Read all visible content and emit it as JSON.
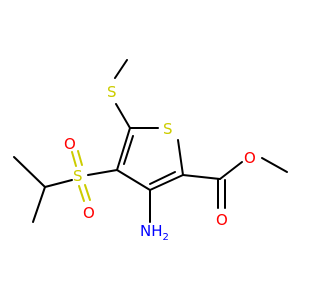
{
  "colors": {
    "background": "#FFFFFF",
    "carbon_bond": "#000000",
    "sulfur": "#CCCC00",
    "oxygen": "#FF0000",
    "nitrogen": "#0000FF"
  },
  "atoms": {
    "s_methylthio": "S",
    "s_ring": "S",
    "s_sulfonyl": "S",
    "o_sulfonyl_top": "O",
    "o_sulfonyl_bottom": "O",
    "o_ester": "O",
    "o_carbonyl": "O",
    "amine_n": "NH",
    "amine_sub": "2"
  }
}
